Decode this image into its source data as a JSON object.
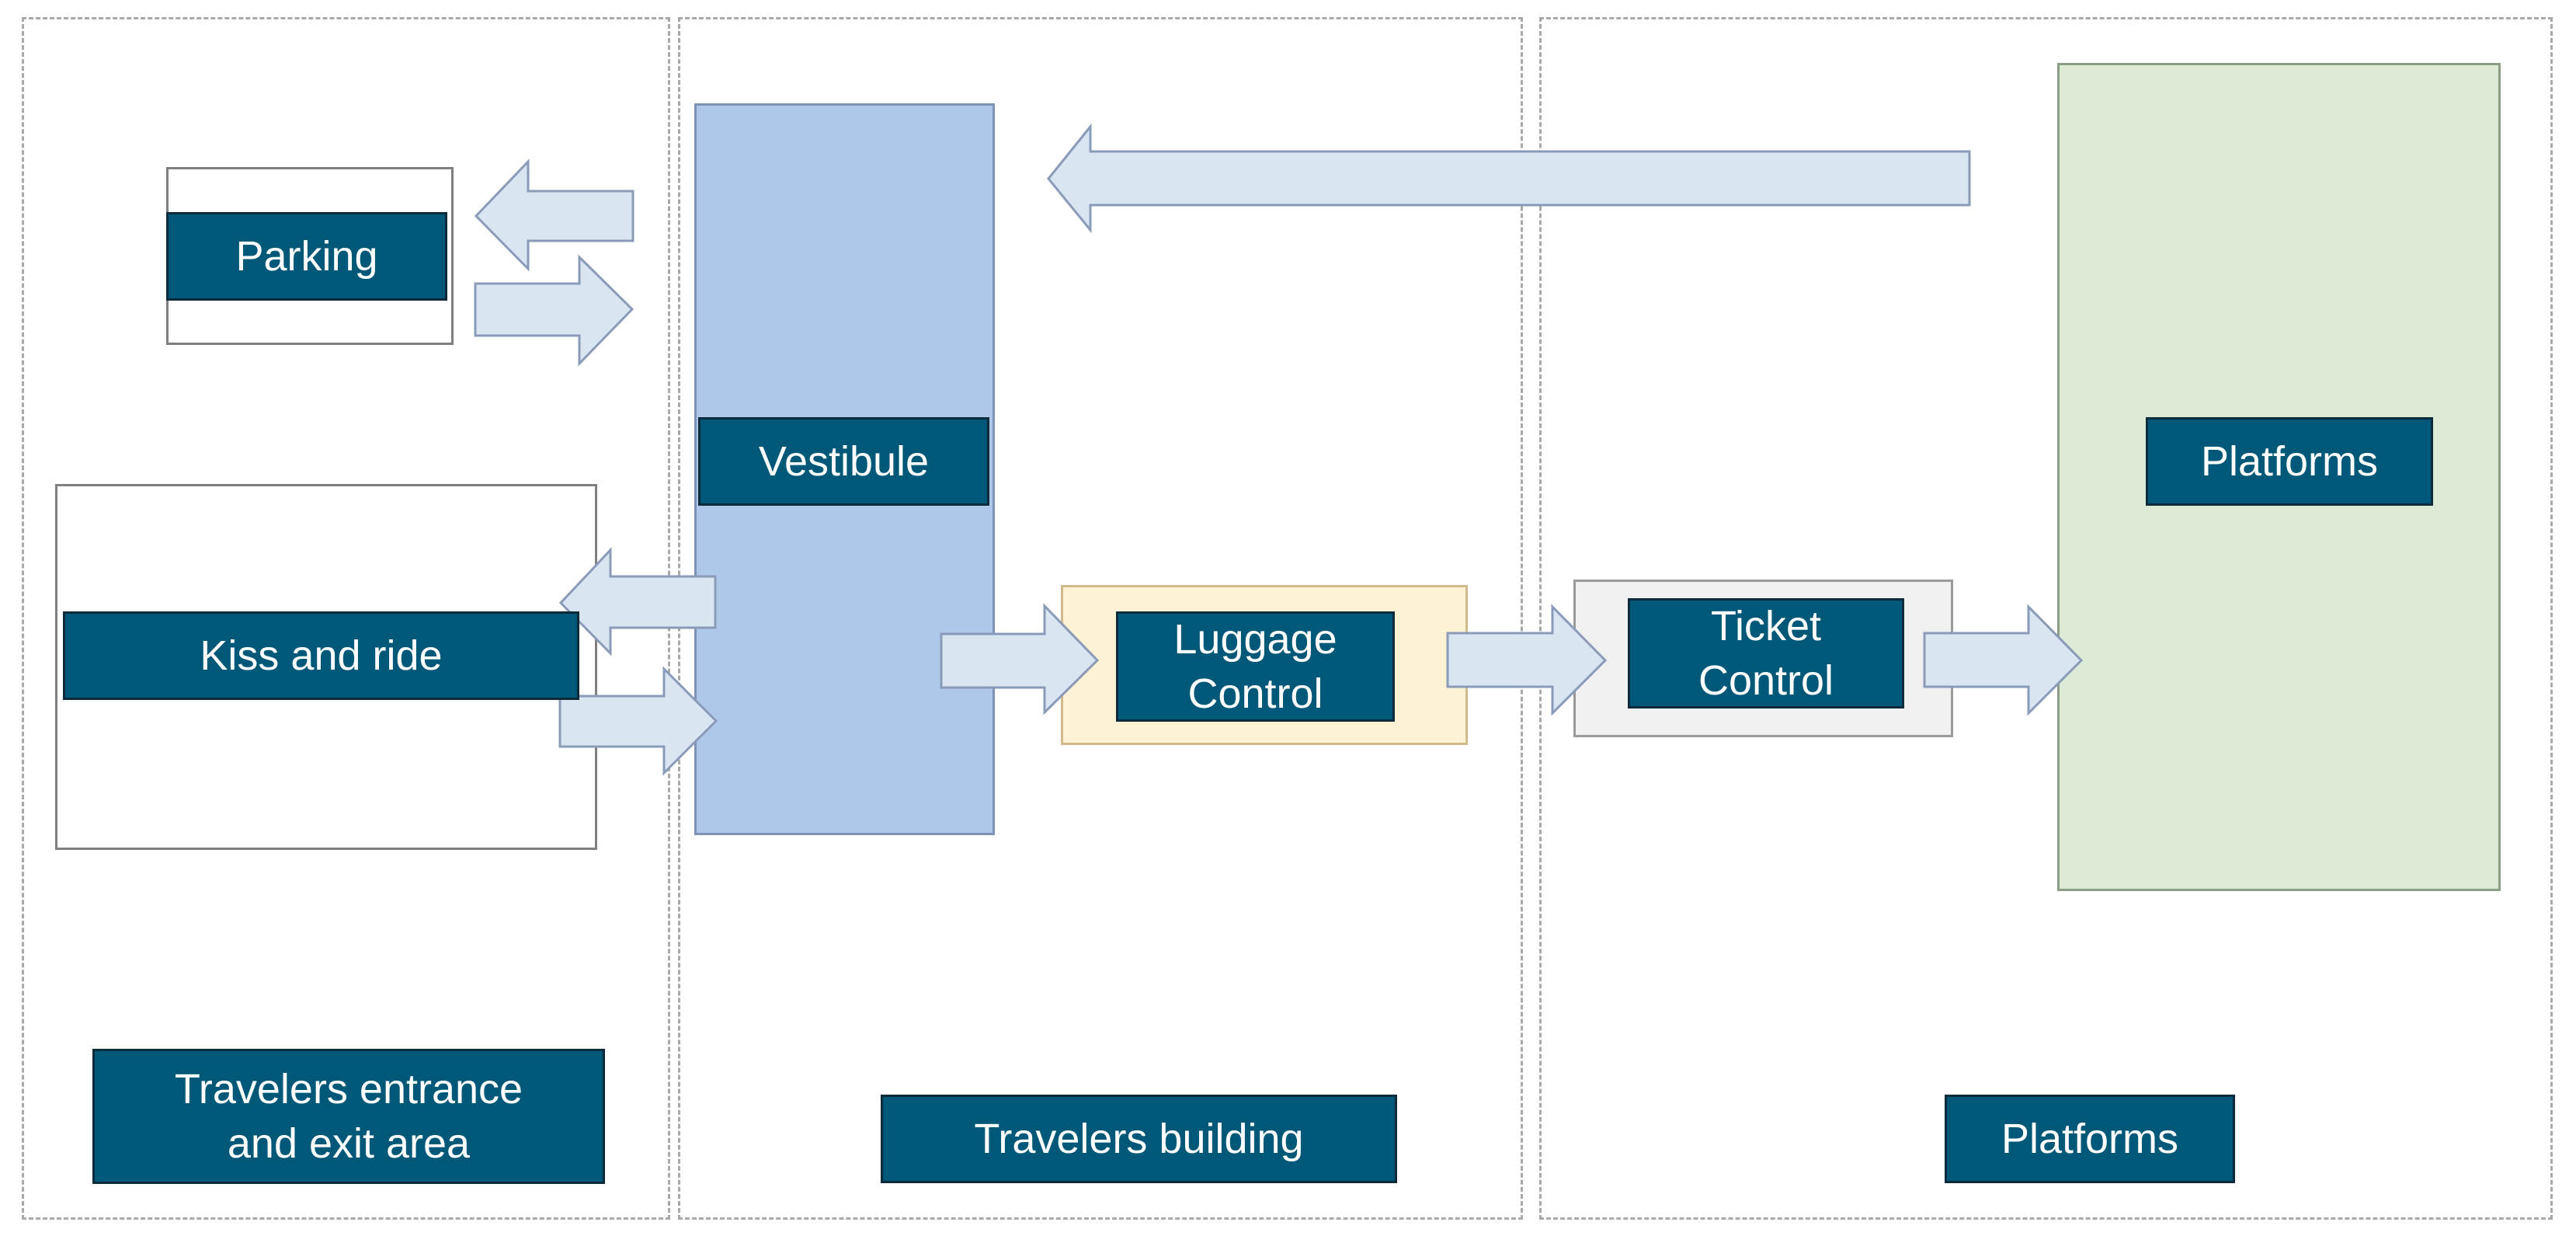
{
  "colors": {
    "zone_border": "#a9a9a9",
    "label_fill": "#005878",
    "label_text": "#ffffff",
    "vestibule_fill": "#adc8e8",
    "platforms_fill": "#dcebd6",
    "luggage_fill": "#fef2d4",
    "ticket_fill": "#f0f0f0",
    "arrow_fill": "#dae5f2",
    "arrow_stroke": "#8a9bb8"
  },
  "zones": {
    "entrance_label": "Travelers entrance\nand exit area",
    "building_label": "Travelers building",
    "platforms_label": "Platforms"
  },
  "nodes": {
    "parking": "Parking",
    "kiss_and_ride": "Kiss and ride",
    "vestibule": "Vestibule",
    "luggage_control": "Luggage\nControl",
    "ticket_control": "Ticket\nControl",
    "platforms": "Platforms"
  }
}
